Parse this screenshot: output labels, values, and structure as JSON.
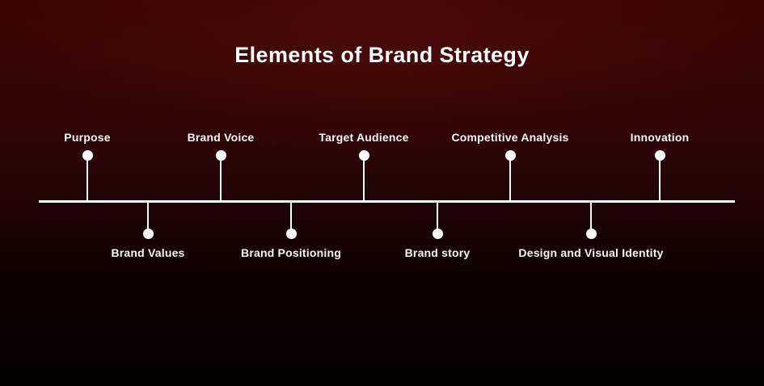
{
  "title": "Elements of Brand Strategy",
  "colors": {
    "background_top": "#3d0506",
    "background_bottom": "#030001",
    "line": "#ffffff",
    "marker": "#ffffff",
    "text": "#ffffff"
  },
  "timeline": {
    "orientation": "horizontal",
    "top_items": [
      {
        "label": "Purpose"
      },
      {
        "label": "Brand Voice"
      },
      {
        "label": "Target Audience"
      },
      {
        "label": "Competitive Analysis"
      },
      {
        "label": "Innovation"
      }
    ],
    "bottom_items": [
      {
        "label": "Brand Values"
      },
      {
        "label": "Brand Positioning"
      },
      {
        "label": "Brand story"
      },
      {
        "label": "Design and Visual Identity"
      }
    ]
  }
}
